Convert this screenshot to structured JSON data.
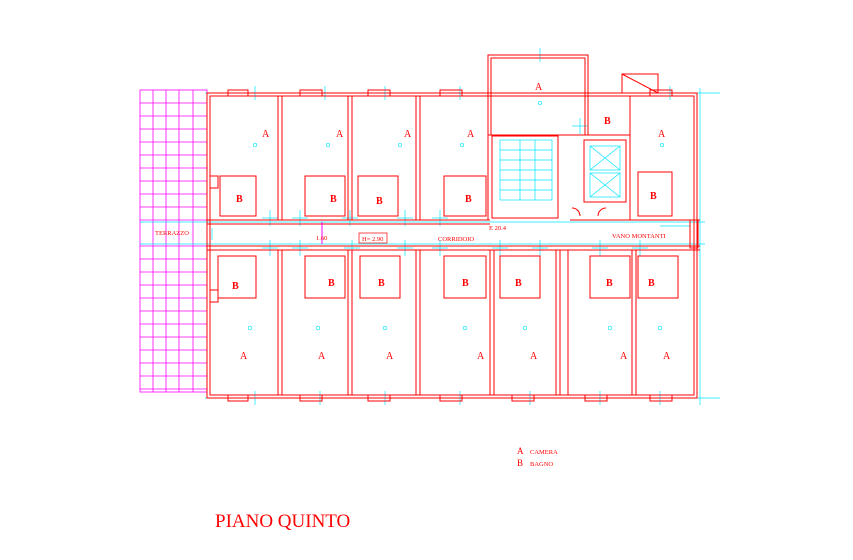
{
  "plan": {
    "title": "PIANO QUINTO",
    "terrace_label": "TERRAZZO",
    "corridor_label": "CORRIDOIO",
    "shaft_label": "VANO MONTANTI",
    "dimension_width": "1.60",
    "dimension_height": "H= 2.90",
    "elevation_label": "E 20.4",
    "room_a_letter": "A",
    "room_b_letter": "B",
    "legend": [
      {
        "key": "A",
        "text": "CAMERA"
      },
      {
        "key": "B",
        "text": "BAGNO"
      }
    ]
  },
  "colors": {
    "wall": "#ff0000",
    "dimension": "#00e5ff",
    "terrace_grid": "#ff00ff",
    "label": "#ff0000"
  }
}
